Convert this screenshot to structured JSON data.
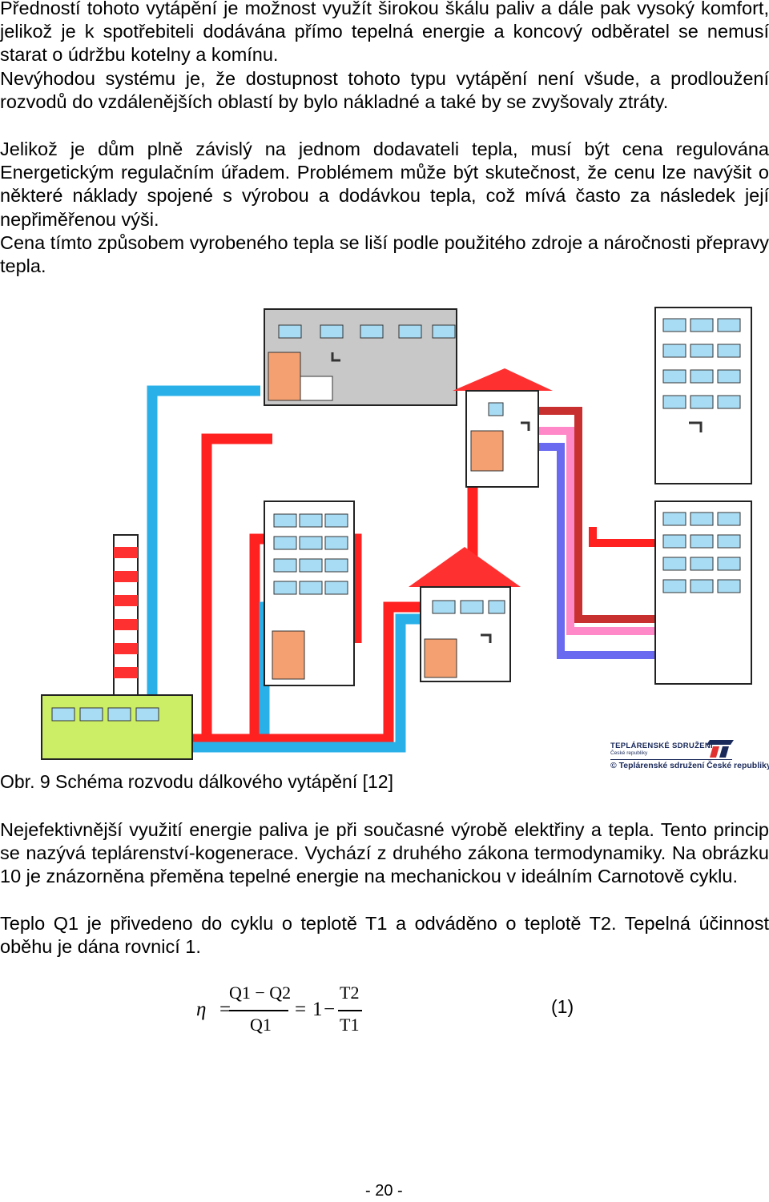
{
  "paragraphs": [
    "Předností tohoto vytápění je možnost využít širokou škálu paliv a dále pak vysoký komfort, jelikož je k spotřebiteli dodávána přímo tepelná energie a koncový odběratel se nemusí starat o údržbu kotelny a komínu.",
    "Nevýhodou systému je, že dostupnost tohoto typu vytápění není všude, a prodloužení rozvodů do vzdálenějších oblastí by bylo nákladné a také by se zvyšovaly ztráty.",
    "Jelikož je dům plně závislý na jednom dodavateli tepla, musí být cena regulována Energetickým regulačním úřadem. Problémem může být skutečnost, že cenu lze navýšit o některé náklady spojené s výrobou a dodávkou tepla, což mívá často za následek její nepřiměřenou výši.",
    "Cena tímto způsobem vyrobeného tepla se liší podle použitého zdroje a náročnosti přepravy tepla.",
    "Nejefektivnější využití energie paliva je při současné výrobě elektřiny a tepla. Tento princip se nazývá teplárenství-kogenerace. Vychází z druhého zákona termodynamiky. Na obrázku 10 je znázorněna přeměna tepelné energie na mechanickou v ideálním Carnotově cyklu.",
    "Teplo Q1 je přivedeno do cyklu o teplotě T1 a odváděno o teplotě T2. Tepelná účinnost oběhu je dána rovnicí 1."
  ],
  "figure": {
    "caption": "Obr. 9 Schéma rozvodu dálkového vytápění [12]",
    "logo": {
      "line1": "TEPLÁRENSKÉ SDRUŽENÍ",
      "line2": "České republiky",
      "line3": "© Teplárenské sdružení České republiky"
    },
    "colors": {
      "supply": "#ff2020",
      "return": "#2ab0e8",
      "pink": "#ff88c8",
      "blue_pipe": "#6a6af0",
      "dark_red": "#c83030",
      "heat_station": "#f4a070",
      "plant": "#ccee66",
      "building_gray": "#c8c8c8",
      "window": "#a8dcf4"
    }
  },
  "equation": {
    "eta": "η",
    "equals": "=",
    "num1": "Q1 − Q2",
    "den1": "Q1",
    "one": "1",
    "minus": "−",
    "num2": "T2",
    "den2": "T1",
    "number": "(1)"
  },
  "page_number": "- 20 -"
}
